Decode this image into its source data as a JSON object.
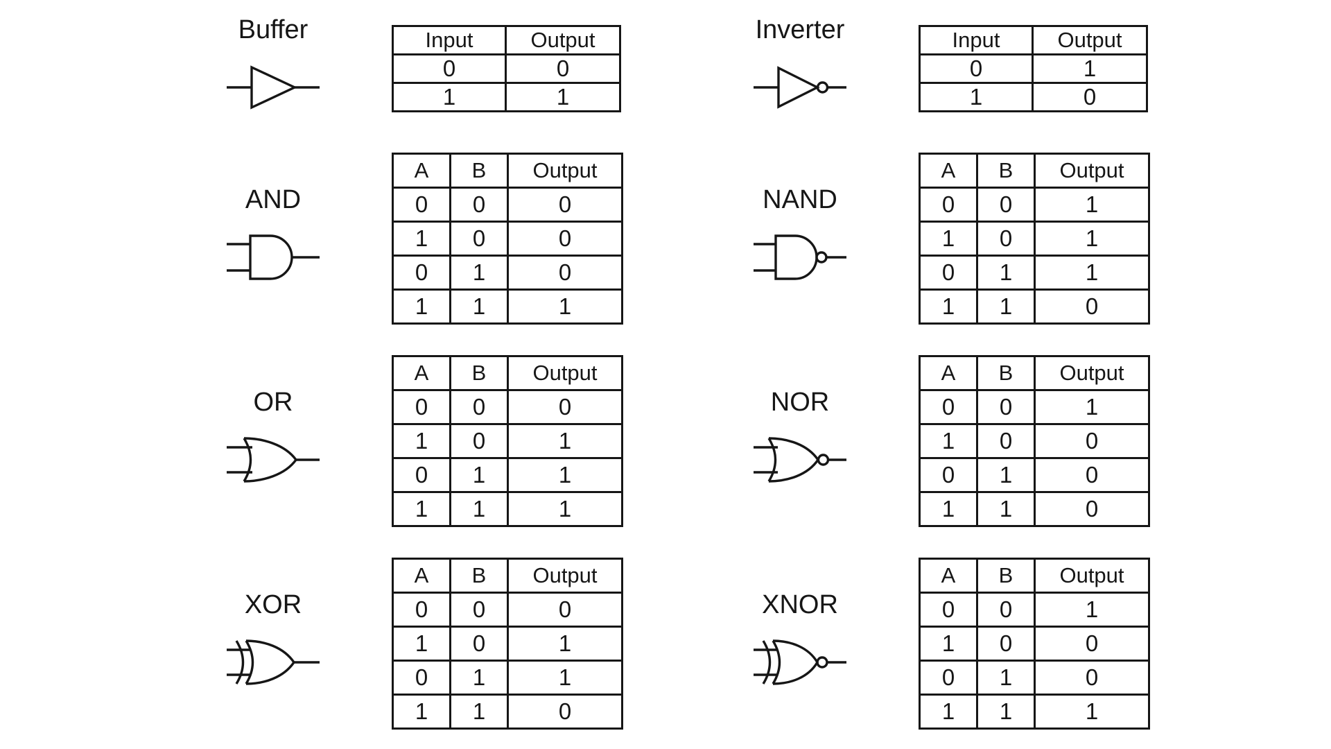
{
  "canvas": {
    "background_color": "#ffffff",
    "line_color": "#161616"
  },
  "gates": [
    {
      "label": "Buffer",
      "symbol": "buffer",
      "icon": "buffer-gate-icon",
      "columns": [
        "Input",
        "Output"
      ],
      "rows": [
        [
          "0",
          "0"
        ],
        [
          "1",
          "1"
        ]
      ]
    },
    {
      "label": "Inverter",
      "symbol": "inverter",
      "icon": "inverter-gate-icon",
      "columns": [
        "Input",
        "Output"
      ],
      "rows": [
        [
          "0",
          "1"
        ],
        [
          "1",
          "0"
        ]
      ]
    },
    {
      "label": "AND",
      "symbol": "and",
      "icon": "and-gate-icon",
      "columns": [
        "A",
        "B",
        "Output"
      ],
      "rows": [
        [
          "0",
          "0",
          "0"
        ],
        [
          "1",
          "0",
          "0"
        ],
        [
          "0",
          "1",
          "0"
        ],
        [
          "1",
          "1",
          "1"
        ]
      ]
    },
    {
      "label": "NAND",
      "symbol": "nand",
      "icon": "nand-gate-icon",
      "columns": [
        "A",
        "B",
        "Output"
      ],
      "rows": [
        [
          "0",
          "0",
          "1"
        ],
        [
          "1",
          "0",
          "1"
        ],
        [
          "0",
          "1",
          "1"
        ],
        [
          "1",
          "1",
          "0"
        ]
      ]
    },
    {
      "label": "OR",
      "symbol": "or",
      "icon": "or-gate-icon",
      "columns": [
        "A",
        "B",
        "Output"
      ],
      "rows": [
        [
          "0",
          "0",
          "0"
        ],
        [
          "1",
          "0",
          "1"
        ],
        [
          "0",
          "1",
          "1"
        ],
        [
          "1",
          "1",
          "1"
        ]
      ]
    },
    {
      "label": "NOR",
      "symbol": "nor",
      "icon": "nor-gate-icon",
      "columns": [
        "A",
        "B",
        "Output"
      ],
      "rows": [
        [
          "0",
          "0",
          "1"
        ],
        [
          "1",
          "0",
          "0"
        ],
        [
          "0",
          "1",
          "0"
        ],
        [
          "1",
          "1",
          "0"
        ]
      ]
    },
    {
      "label": "XOR",
      "symbol": "xor",
      "icon": "xor-gate-icon",
      "columns": [
        "A",
        "B",
        "Output"
      ],
      "rows": [
        [
          "0",
          "0",
          "0"
        ],
        [
          "1",
          "0",
          "1"
        ],
        [
          "0",
          "1",
          "1"
        ],
        [
          "1",
          "1",
          "0"
        ]
      ]
    },
    {
      "label": "XNOR",
      "symbol": "xnor",
      "icon": "xnor-gate-icon",
      "columns": [
        "A",
        "B",
        "Output"
      ],
      "rows": [
        [
          "0",
          "0",
          "1"
        ],
        [
          "1",
          "0",
          "0"
        ],
        [
          "0",
          "1",
          "0"
        ],
        [
          "1",
          "1",
          "1"
        ]
      ]
    }
  ]
}
